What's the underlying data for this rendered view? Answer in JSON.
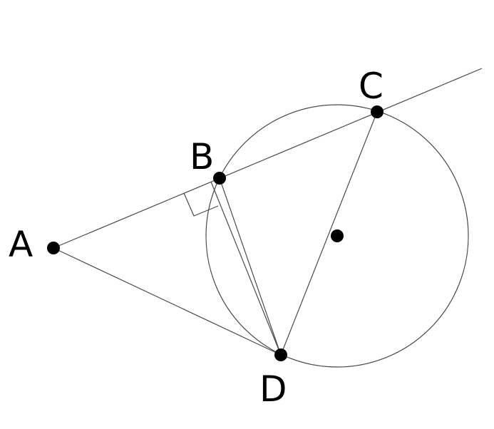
{
  "colors": {
    "background": "#ffffff",
    "line": "#4a4a4a",
    "point": "#000000"
  },
  "labels": {
    "A": "A",
    "B": "B",
    "C": "C",
    "D": "D"
  }
}
